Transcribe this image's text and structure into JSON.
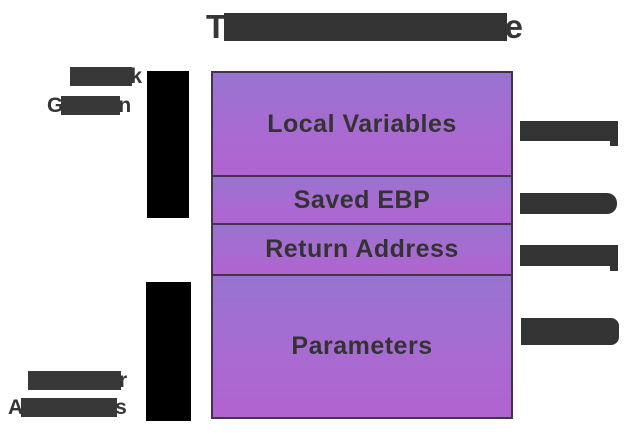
{
  "title": {
    "visible_prefix": "T",
    "visible_suffix": "e"
  },
  "annotations": {
    "top_left": {
      "line1_visible_suffix": "k",
      "line2_visible_prefix": "G",
      "line2_visible_suffix": "n"
    },
    "bottom_left": {
      "line1_visible_suffix": "r",
      "line2_visible_prefix": "A",
      "line2_visible_suffix": "s"
    }
  },
  "stack": {
    "rows": [
      {
        "label": "Local Variables"
      },
      {
        "label": "Saved EBP"
      },
      {
        "label": "Return Address"
      },
      {
        "label": "Parameters"
      }
    ]
  },
  "redactions": {
    "title_bar": "redacted",
    "left_vertical_bars": 2,
    "right_offset_bars": 4
  },
  "colors": {
    "cell_gradient_top": "#9873cf",
    "cell_gradient_bottom": "#b163d0",
    "box_border": "#41344e",
    "text": "#363636",
    "redaction_black": "#000000",
    "redaction_gray": "#333333",
    "background": "#ffffff"
  }
}
